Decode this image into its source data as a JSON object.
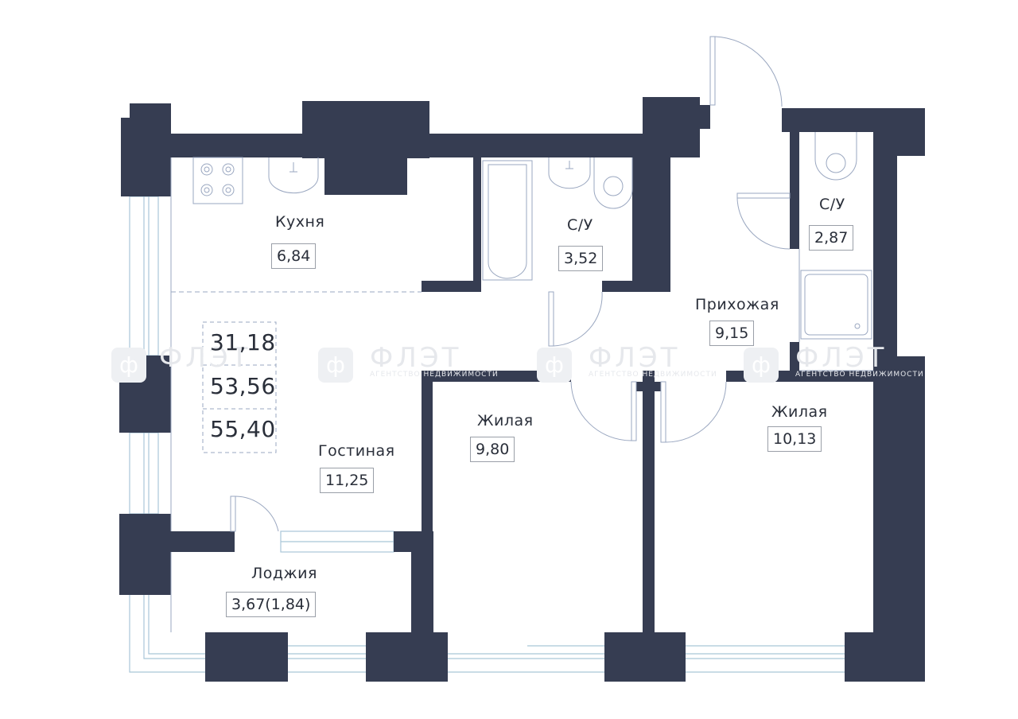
{
  "colors": {
    "wall": "#363d52",
    "line": "#9aa7c0",
    "window": "#a9c6d8",
    "text": "#2a2f3a",
    "watermark": "#e6e8ec"
  },
  "rooms": {
    "kitchen": {
      "name": "Кухня",
      "area": "6,84"
    },
    "bathroom1": {
      "name": "С/У",
      "area": "3,52"
    },
    "bathroom2": {
      "name": "С/У",
      "area": "2,87"
    },
    "hallway": {
      "name": "Прихожая",
      "area": "9,15"
    },
    "living": {
      "name": "Гостиная",
      "area": "11,25"
    },
    "bedroom1": {
      "name": "Жилая",
      "area": "9,80"
    },
    "bedroom2": {
      "name": "Жилая",
      "area": "10,13"
    },
    "loggia": {
      "name": "Лоджия",
      "area": "3,67(1,84)"
    }
  },
  "totals": {
    "living_area": "31,18",
    "total_area": "53,56",
    "area_with_loggia": "55,40"
  },
  "watermark": {
    "logo": "ФЛЭТ",
    "logo_icon": "ф",
    "tagline": "АГЕНТСТВО НЕДВИЖИМОСТИ"
  },
  "icons": [
    "stove-icon",
    "sink-icon",
    "bathtub-icon",
    "toilet-icon",
    "shower-tray-icon"
  ]
}
